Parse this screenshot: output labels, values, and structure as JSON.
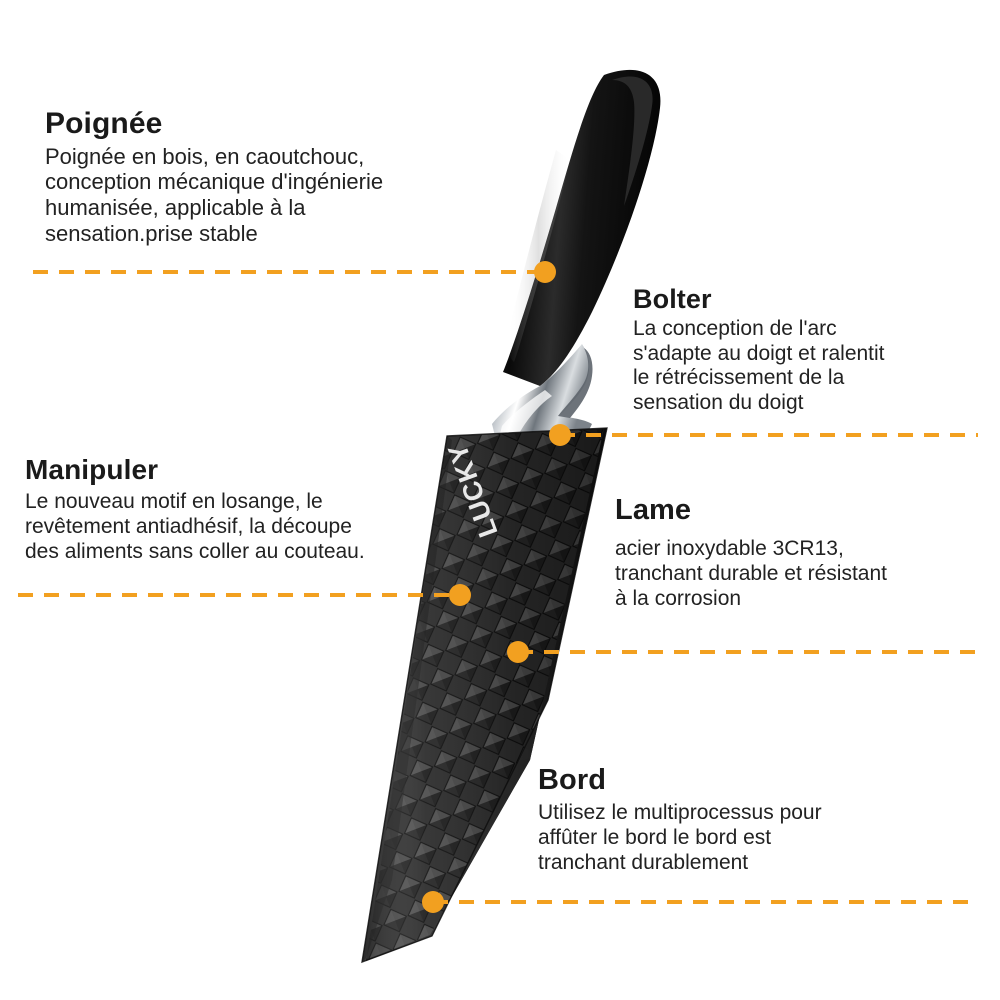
{
  "page": {
    "background_color": "#ffffff",
    "accent_color": "#F2A020",
    "title_color": "#1a1a1a",
    "body_color": "#222222"
  },
  "product": {
    "brand_logo_text": "LUCKY",
    "handle_color": "#0d0d0d",
    "bolster_color": "#c9cdd2",
    "blade_color": "#2e2e2e"
  },
  "callouts": [
    {
      "id": "poignee",
      "title": "Poignée",
      "body": "Poignée en bois, en caoutchouc,\nconception mécanique d'ingénierie\nhumanisée, applicable à la\nsensation.prise stable"
    },
    {
      "id": "bolter",
      "title": "Bolter",
      "body": "La conception de l'arc\ns'adapte au doigt et ralentit\nle rétrécissement de la\nsensation du doigt"
    },
    {
      "id": "manipuler",
      "title": "Manipuler",
      "body": "Le nouveau motif en losange, le\nrevêtement antiadhésif, la découpe\ndes aliments sans coller au couteau."
    },
    {
      "id": "lame",
      "title": "Lame",
      "body": "acier inoxydable 3CR13,\ntranchant durable et résistant\nà la corrosion"
    },
    {
      "id": "bord",
      "title": "Bord",
      "body": "Utilisez le multiprocessus pour\naffûter le bord le bord est\ntranchant durablement"
    }
  ]
}
